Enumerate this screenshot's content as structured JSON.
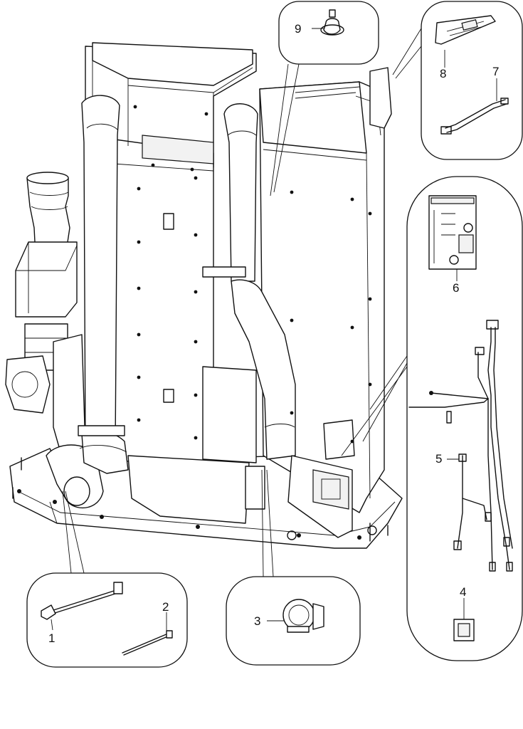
{
  "diagram": {
    "callout_numbers": {
      "c1": "1",
      "c2": "2",
      "c3": "3",
      "c4": "4",
      "c5": "5",
      "c6": "6",
      "c7": "7",
      "c8": "8",
      "c9": "9"
    }
  }
}
